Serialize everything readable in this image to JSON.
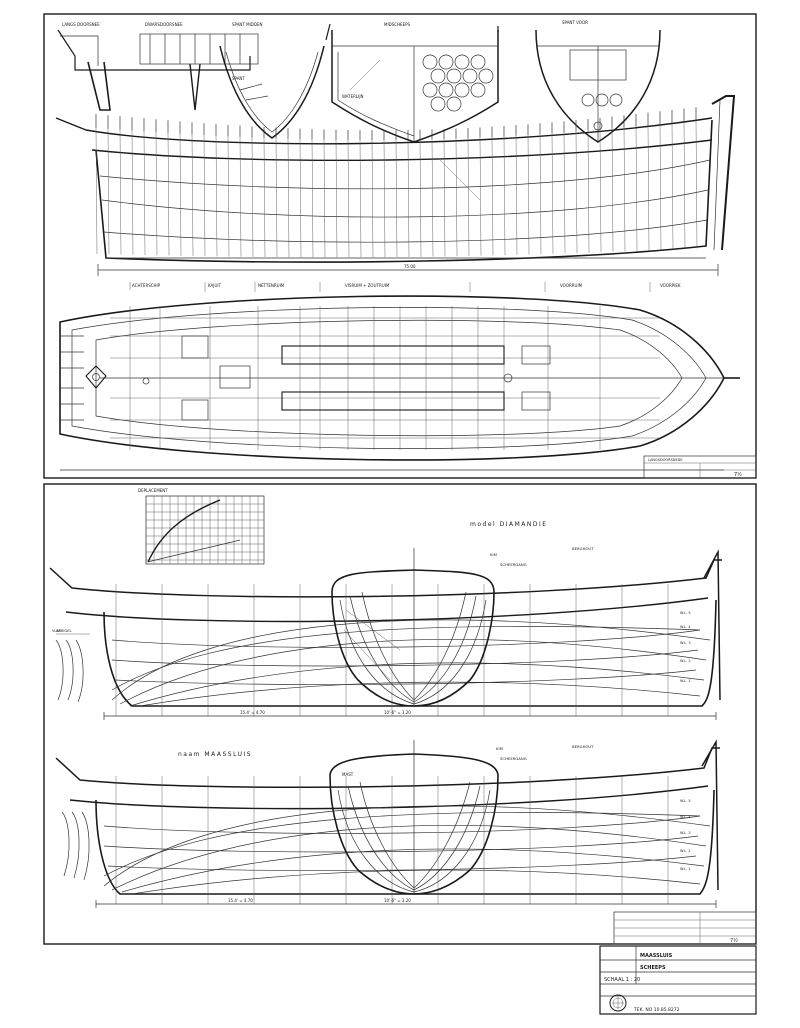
{
  "sheet": {
    "background": "#ffffff",
    "ink": "#1a1a1a"
  },
  "labels": {
    "half_breadth_view_title": "model DIAMANDIE",
    "body_plan_view_title": "naam MAASSLUIS",
    "mast_note": "MAST",
    "overall_length_value": "75.00"
  },
  "title_block": {
    "project_lines": [
      "MAASSLUIS",
      "SCHEEPS"
    ],
    "scale_label": "SCHAAL 1 : 20",
    "drawing_number": "TEK. NO 10.85.8272"
  },
  "icons": {
    "stamp": "circular-seal-icon"
  }
}
